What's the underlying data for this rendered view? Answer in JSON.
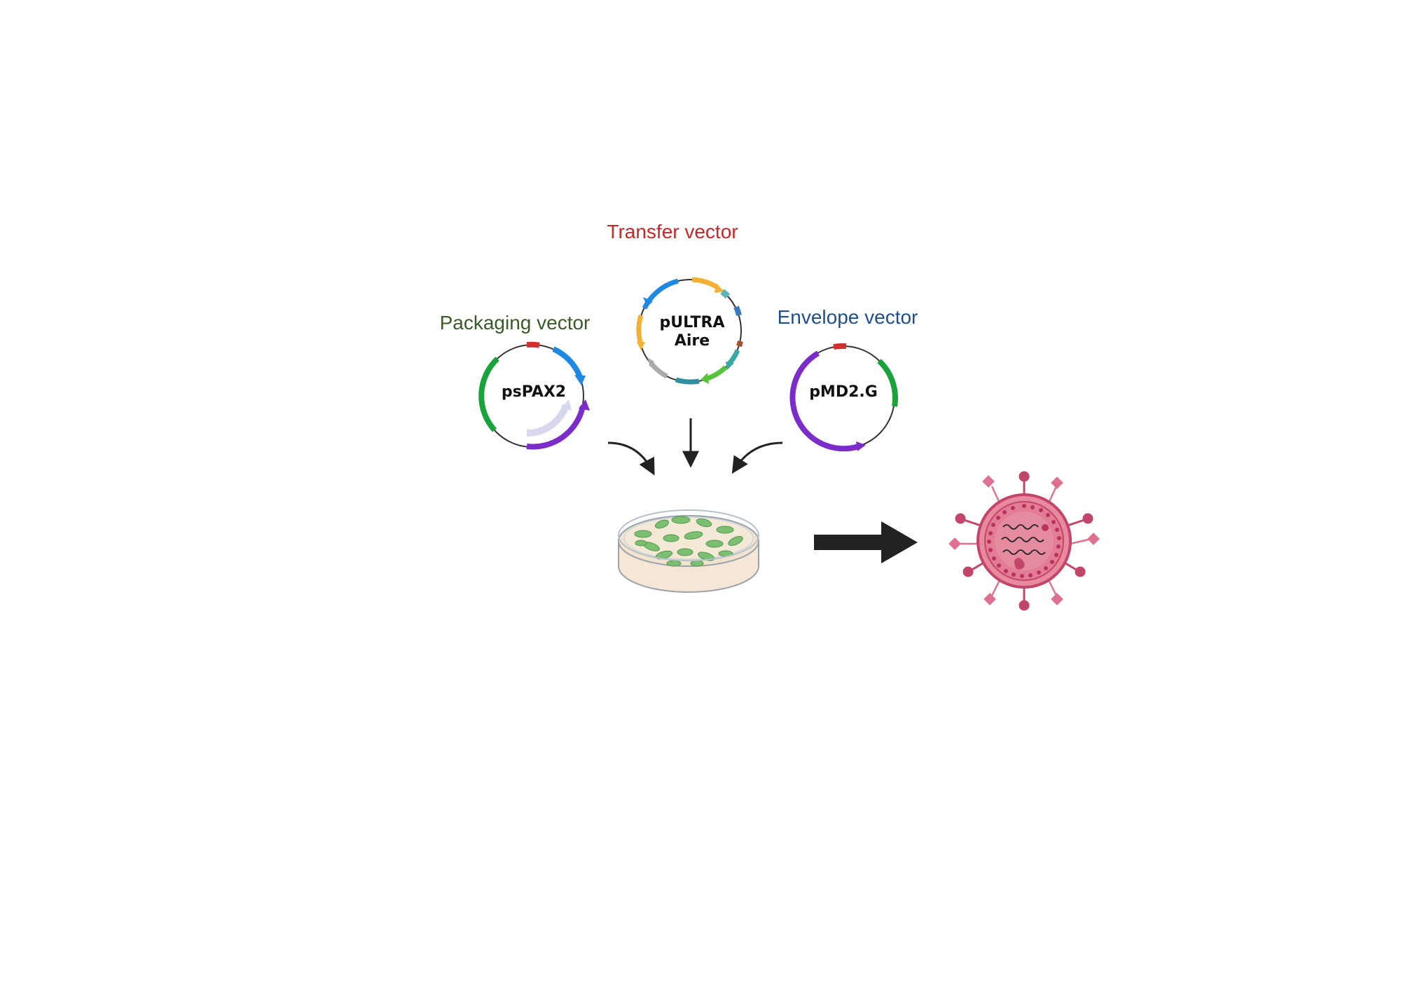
{
  "labels": {
    "packaging_title": "Packaging vector",
    "transfer_title": "Transfer vector",
    "envelope_title": "Envelope vector",
    "packaging_plasmid": "psPAX2",
    "transfer_plasmid_line1": "pULTRA",
    "transfer_plasmid_line2": "Aire",
    "envelope_plasmid": "pMD2.G"
  },
  "colors": {
    "packaging_title": "#3a5a2a",
    "transfer_title": "#c62828",
    "envelope_title": "#1f4e8c",
    "ink": "#222222",
    "virus": "#c2456a",
    "virus_fill": "#e8899e",
    "cells": "#6fae6a"
  },
  "icons": {
    "dish": "petri-dish-icon",
    "virus": "lentivirus-particle-icon"
  }
}
